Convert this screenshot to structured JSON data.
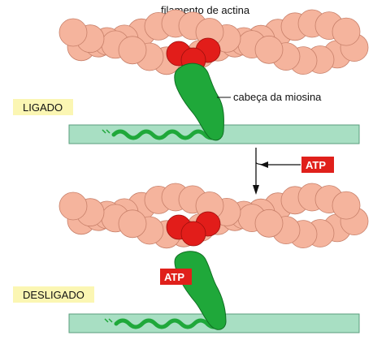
{
  "labels": {
    "actin_filament": "filamento de actina",
    "myosin_head": "cabeça da miosina"
  },
  "states": {
    "bound": "LIGADO",
    "unbound": "DESLIGADO"
  },
  "atp": {
    "arrow_label": "ATP",
    "bound_label": "ATP"
  },
  "colors": {
    "actin": "#f5b49d",
    "actin_stroke": "#c8806a",
    "actin_binding": "#e21d1a",
    "myosin": "#1fa83a",
    "myosin_stroke": "#0f6e22",
    "thick_filament": "#a8dfc3",
    "thick_filament_stroke": "#5a9d7c",
    "state_tag": "#fbf6b3",
    "atp": "#e0201b"
  }
}
